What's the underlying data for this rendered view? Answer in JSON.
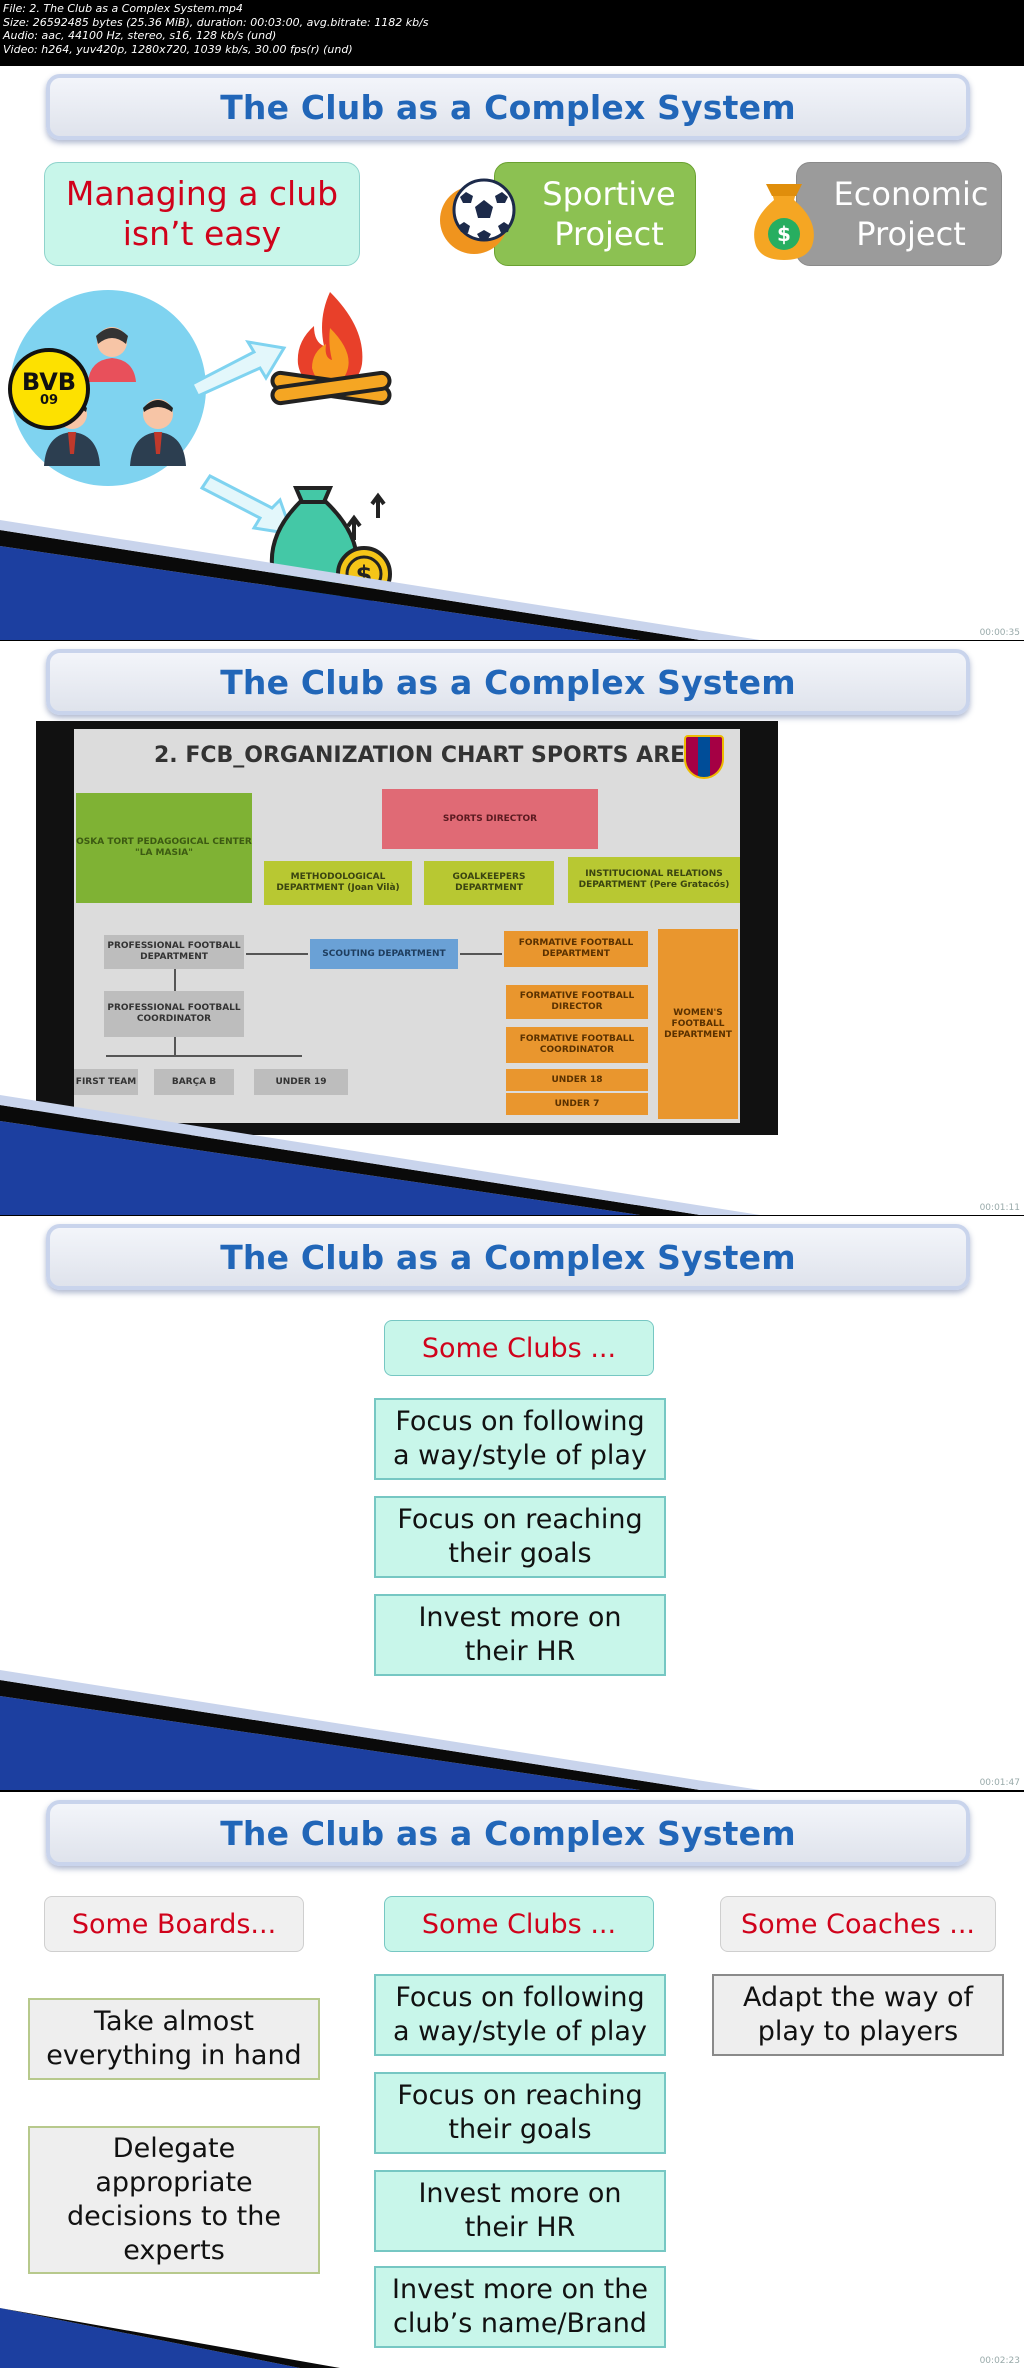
{
  "file_info": {
    "line1": "File: 2. The Club as a Complex System.mp4",
    "line2": "Size: 26592485 bytes (25.36 MiB), duration: 00:03:00, avg.bitrate: 1182 kb/s",
    "line3": "Audio: aac, 44100 Hz, stereo, s16, 128 kb/s (und)",
    "line4": "Video: h264, yuv420p, 1280x720, 1039 kb/s, 30.00 fps(r) (und)"
  },
  "slide_title": "The Club as a Complex System",
  "watermarks": [
    "00:00:35",
    "00:01:11",
    "00:01:47",
    "00:02:23"
  ],
  "slide1": {
    "managing_line1": "Managing a club",
    "managing_line2": "isn’t easy",
    "sportive_line1": "Sportive",
    "sportive_line2": "Project",
    "economic_line1": "Economic",
    "economic_line2": "Project",
    "logo_text": "BVB",
    "logo_sub": "09",
    "colors": {
      "managing_red": "#d0021b",
      "sportive_green": "#8cc152",
      "economic_grey": "#9b9b9b"
    }
  },
  "slide2": {
    "chart_title": "2. FCB_ORGANIZATION CHART SPORTS AREA",
    "boxes": {
      "youth_center": "OSKA TORT PEDAGOGICAL CENTER \"LA MASIA\"",
      "sports_director": "SPORTS DIRECTOR",
      "methodological": "METHODOLOGICAL DEPARTMENT (Joan Vilà)",
      "goalkeepers": "GOALKEEPERS DEPARTMENT",
      "institutional": "INSTITUCIONAL RELATIONS DEPARTMENT (Pere Gratacós)",
      "pro_dept": "PROFESSIONAL FOOTBALL DEPARTMENT",
      "scouting": "SCOUTING DEPARTMENT",
      "formative_dept": "FORMATIVE FOOTBALL DEPARTMENT",
      "pro_coord": "PROFESSIONAL FOOTBALL COORDINATOR",
      "formative_director": "FORMATIVE FOOTBALL DIRECTOR",
      "formative_coord": "FORMATIVE FOOTBALL COORDINATOR",
      "first_team": "FIRST TEAM",
      "barca_b": "BARÇA B",
      "under19": "UNDER 19",
      "under18": "UNDER 18",
      "under7": "UNDER 7",
      "womens": "WOMEN'S FOOTBALL DEPARTMENT"
    }
  },
  "slide3": {
    "header": "Some Clubs ...",
    "items": [
      {
        "line1": "Focus on following",
        "line2": "a way/style of play"
      },
      {
        "line1": "Focus on reaching",
        "line2": "their goals"
      },
      {
        "line1": "Invest more on",
        "line2": "their HR"
      }
    ]
  },
  "slide4": {
    "boards_header": "Some Boards...",
    "clubs_header": "Some Clubs ...",
    "coaches_header": "Some Coaches ...",
    "boards_items": [
      {
        "line1": "Take almost",
        "line2": "everything in hand"
      },
      {
        "line1": "Delegate",
        "line2": "appropriate",
        "line3": "decisions to the",
        "line4": "experts"
      }
    ],
    "clubs_items": [
      {
        "line1": "Focus on following",
        "line2": "a way/style of play"
      },
      {
        "line1": "Focus on reaching",
        "line2": "their goals"
      },
      {
        "line1": "Invest more on",
        "line2": "their HR"
      },
      {
        "line1": "Invest more on the",
        "line2": "club’s name/Brand"
      }
    ],
    "coaches_items": [
      {
        "line1": "Adapt the way of",
        "line2": "play to players"
      }
    ]
  }
}
